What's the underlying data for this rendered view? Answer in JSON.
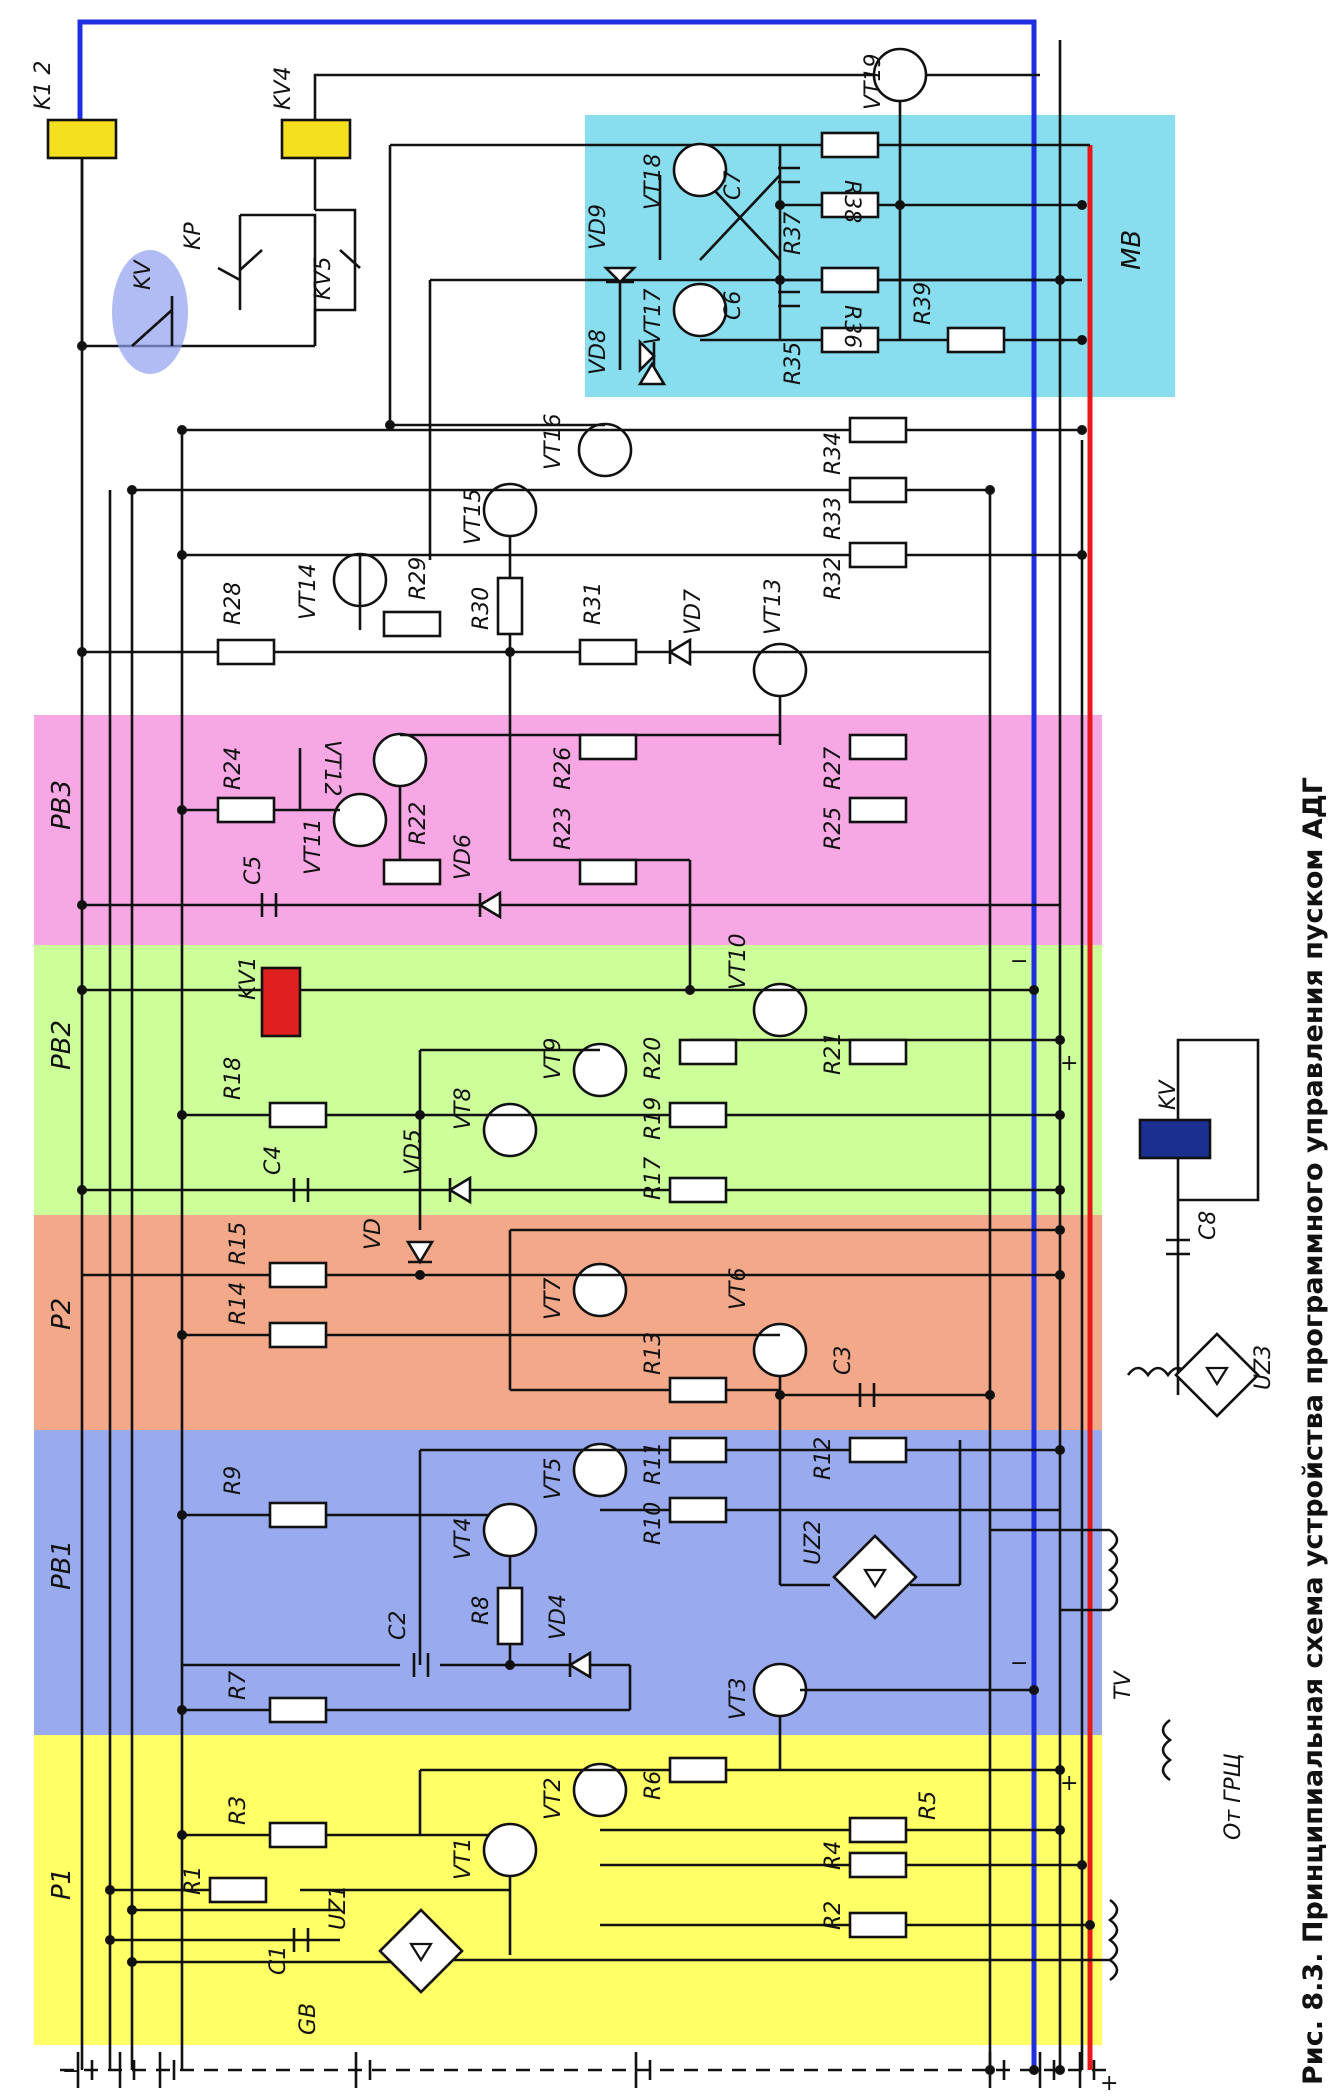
{
  "caption": "Рис. 8.3. Принципиальная схема устройства программного управления пуском АДГ",
  "blocks": {
    "p1": "P1",
    "pb1": "PB1",
    "p2": "P2",
    "pb2": "PB2",
    "pb3": "PB3",
    "mv": "MB"
  },
  "colors": {
    "p1": "#ffff66",
    "pb1": "#99aaee",
    "p2": "#f4a88a",
    "pb2": "#ccff99",
    "pb3": "#f7a8e4",
    "mv": "#88ddee",
    "bus_blue": "#1f2fe0",
    "bus_red": "#e81818",
    "kv1": "#e02020",
    "kv": "#1a2f8f",
    "relay": "#f5e020"
  },
  "labels": {
    "k12": "K1 2",
    "kv4": "KV4",
    "kv": "KV",
    "kp": "KP",
    "kv5": "KV5",
    "kv1": "KV1",
    "kv_coil": "KV",
    "tv": "TV",
    "gb": "GB",
    "from": "От ГРЩ",
    "uz1": "UZ1",
    "uz2": "UZ2",
    "uz3": "UZ3",
    "c1": "C1",
    "c2": "C2",
    "c3": "C3",
    "c4": "C4",
    "c5": "C5",
    "c6": "C6",
    "c7": "C7",
    "c8": "C8",
    "r1": "R1",
    "r2": "R2",
    "r3": "R3",
    "r4": "R4",
    "r5": "R5",
    "r6": "R6",
    "r7": "R7",
    "r8": "R8",
    "r9": "R9",
    "r10": "R10",
    "r11": "R11",
    "r12": "R12",
    "r13": "R13",
    "r14": "R14",
    "r15": "R15",
    "r17": "R17",
    "r18": "R18",
    "r19": "R19",
    "r20": "R20",
    "r21": "R21",
    "r22": "R22",
    "r23": "R23",
    "r24": "R24",
    "r25": "R25",
    "r26": "R26",
    "r27": "R27",
    "r28": "R28",
    "r29": "R29",
    "r30": "R30",
    "r31": "R31",
    "r32": "R32",
    "r33": "R33",
    "r34": "R34",
    "r35": "R35",
    "r36": "R36",
    "r37": "R37",
    "r38": "R38",
    "r39": "R39",
    "vt1": "VT1",
    "vt2": "VT2",
    "vt3": "VT3",
    "vt4": "VT4",
    "vt5": "VT5",
    "vt6": "VT6",
    "vt7": "VT7",
    "vt8": "VT8",
    "vt9": "VT9",
    "vt10": "VT10",
    "vt11": "VT11",
    "vt12": "VT12",
    "vt13": "VT13",
    "vt14": "VT14",
    "vt15": "VT15",
    "vt16": "VT16",
    "vt17": "VT17",
    "vt18": "VT18",
    "vt19": "VT19",
    "vd": "VD",
    "vd4": "VD4",
    "vd5": "VD5",
    "vd6": "VD6",
    "vd7": "VD7",
    "vd8": "VD8",
    "vd9": "VD9",
    "minus": "−",
    "plus": "+"
  }
}
